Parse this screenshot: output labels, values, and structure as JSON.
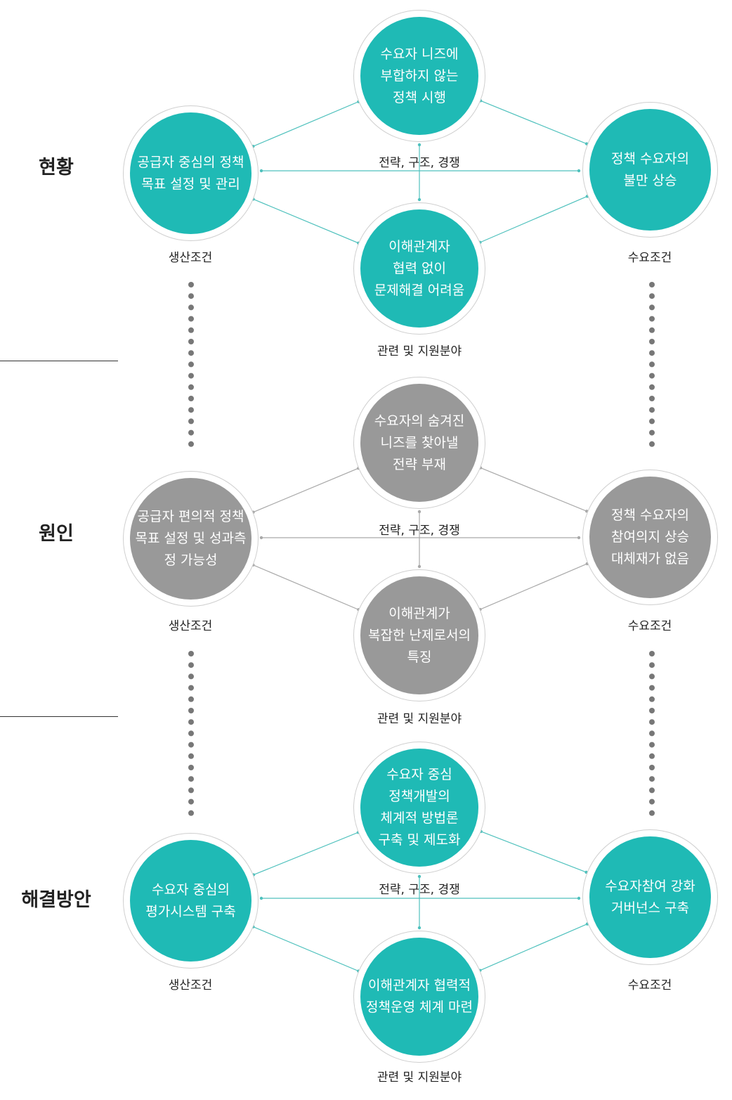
{
  "sections": [
    {
      "key": "current",
      "title": "현황",
      "theme": "teal",
      "line_color": "#4fc1bd",
      "nodes": {
        "top": "수요자 니즈에\n부합하지 않는\n정책 시행",
        "left": "공급자 중심의 정책\n목표 설정 및 관리",
        "right": "정책 수요자의\n불만 상승",
        "bottom": "이해관계자\n협력 없이\n문제해결 어려움"
      },
      "labels": {
        "center": "전략, 구조, 경쟁",
        "left": "생산조건",
        "right": "수요조건",
        "bottom": "관련 및 지원분야"
      }
    },
    {
      "key": "cause",
      "title": "원인",
      "theme": "gray",
      "line_color": "#a9a9a9",
      "nodes": {
        "top": "수요자의 숨겨진\n니즈를 찾아낼\n전략 부재",
        "left": "공급자 편의적 정책\n목표 설정 및 성과측\n정 가능성",
        "right": "정책 수요자의\n참여의지 상승\n대체재가 없음",
        "bottom": "이해관계가\n복잡한 난제로서의\n특징"
      },
      "labels": {
        "center": "전략, 구조, 경쟁",
        "left": "생산조건",
        "right": "수요조건",
        "bottom": "관련 및 지원분야"
      }
    },
    {
      "key": "solution",
      "title": "해결방안",
      "theme": "teal",
      "line_color": "#4fc1bd",
      "nodes": {
        "top": "수요자 중심\n정책개발의\n체계적 방법론\n구축 및 제도화",
        "left": "수요자 중심의\n평가시스템 구축",
        "right": "수요자참여 강화\n거버넌스 구축",
        "bottom": "이해관계자 협력적\n정책운영 체계 마련"
      },
      "labels": {
        "center": "전략, 구조, 경쟁",
        "left": "생산조건",
        "right": "수요조건",
        "bottom": "관련 및 지원분야"
      }
    }
  ],
  "colors": {
    "teal": "#1fbab5",
    "gray": "#999999",
    "dots": "#777777",
    "divider": "#333333"
  }
}
